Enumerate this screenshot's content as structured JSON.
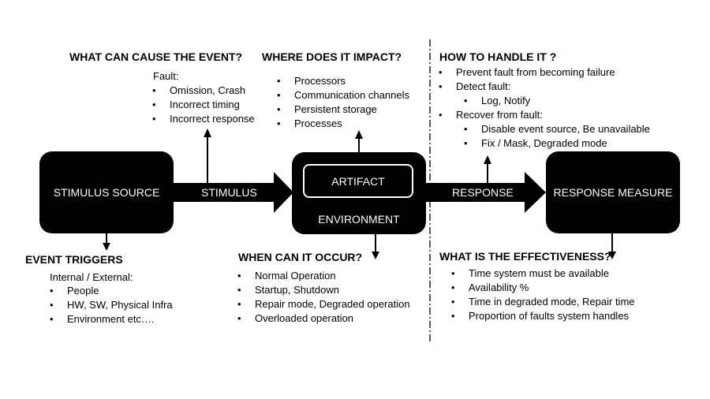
{
  "nodes": {
    "stimulus_source": "STIMULUS SOURCE",
    "artifact": "ARTIFACT",
    "environment": "ENVIRONMENT",
    "response_measure": "RESPONSE MEASURE"
  },
  "arrows": {
    "stimulus": "STIMULUS",
    "response": "RESPONSE"
  },
  "cause": {
    "heading": "WHAT CAN CAUSE THE EVENT?",
    "intro": "Fault:",
    "items": [
      "Omission, Crash",
      "Incorrect timing",
      "Incorrect response"
    ]
  },
  "impact": {
    "heading": "WHERE DOES IT IMPACT?",
    "items": [
      "Processors",
      "Communication channels",
      "Persistent storage",
      "Processes"
    ]
  },
  "handle": {
    "heading": "HOW TO HANDLE IT ?",
    "items": [
      {
        "label": "Prevent fault from becoming failure",
        "sub": []
      },
      {
        "label": "Detect fault:",
        "sub": [
          "Log, Notify"
        ]
      },
      {
        "label": "Recover from fault:",
        "sub": [
          "Disable event source, Be unavailable",
          "Fix / Mask, Degraded mode"
        ]
      }
    ]
  },
  "triggers": {
    "heading": "EVENT TRIGGERS",
    "intro": "Internal / External:",
    "items": [
      "People",
      "HW, SW, Physical Infra",
      "Environment etc…."
    ]
  },
  "occur": {
    "heading": "WHEN CAN IT OCCUR?",
    "items": [
      "Normal Operation",
      "Startup, Shutdown",
      "Repair mode, Degraded operation",
      "Overloaded operation"
    ]
  },
  "effectiveness": {
    "heading": "WHAT IS THE EFFECTIVENESS?",
    "items": [
      "Time system must be available",
      "Availability %",
      "Time in degraded mode, Repair time",
      "Proportion of faults system handles"
    ]
  }
}
